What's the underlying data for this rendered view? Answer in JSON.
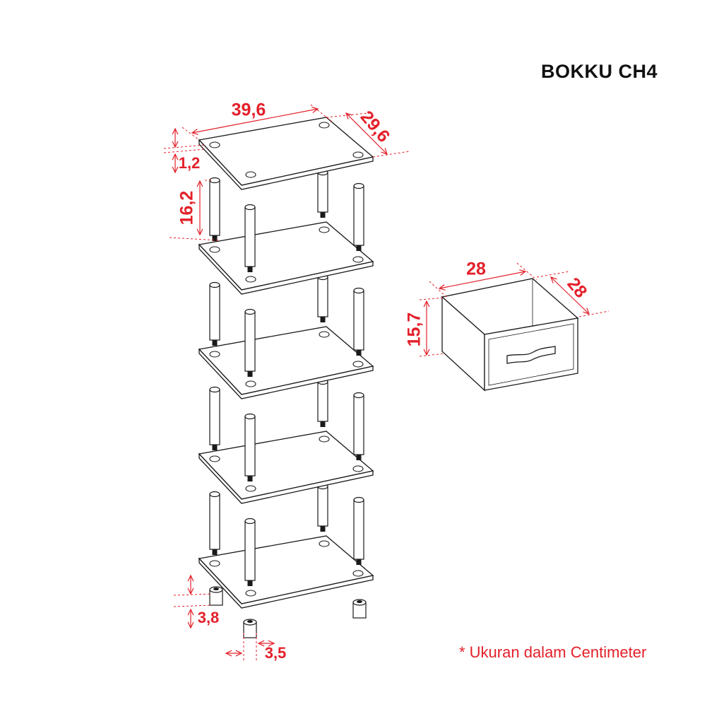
{
  "title": "BOKKU CH4",
  "note": "* Ukuran dalam Centimeter",
  "colors": {
    "dimension": "#e3202a",
    "line": "#1a1a1a",
    "background": "#ffffff"
  },
  "rack": {
    "shelf_count": 5,
    "dimensions": {
      "width": "39,6",
      "depth": "29,6",
      "thickness": "1,2",
      "post_height": "16,2",
      "foot_height": "3,8",
      "foot_diameter": "3,5"
    }
  },
  "drawer": {
    "dimensions": {
      "width": "28",
      "depth": "28",
      "height": "15,7"
    }
  }
}
